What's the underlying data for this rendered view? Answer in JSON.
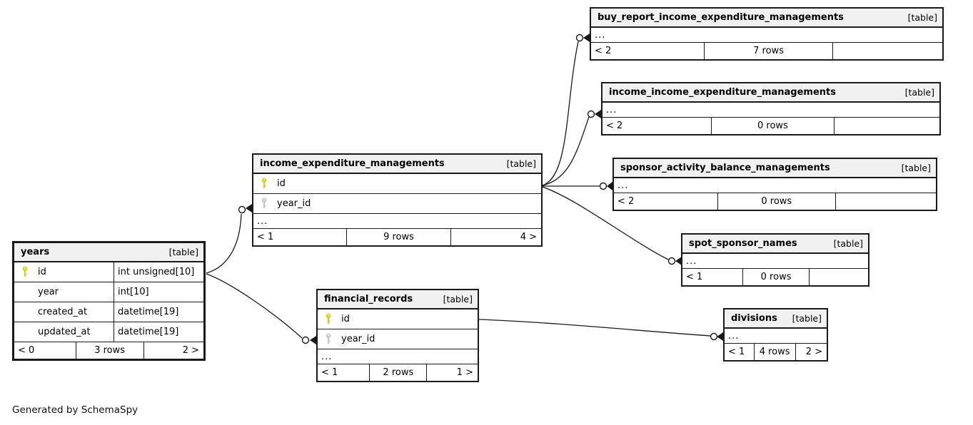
{
  "colors": {
    "line": "#1a1a1a",
    "hdrbg": "#f1f1f1",
    "pk": "#d4d400",
    "fk": "#c6c6c6"
  },
  "generator_note": "Generated by SchemaSpy",
  "tables": {
    "years": {
      "name": "years",
      "tag": "[table]",
      "columns": [
        {
          "key": "pk",
          "name": "id",
          "type": "int unsigned[10]"
        },
        {
          "key": "",
          "name": "year",
          "type": "int[10]"
        },
        {
          "key": "",
          "name": "created_at",
          "type": "datetime[19]"
        },
        {
          "key": "",
          "name": "updated_at",
          "type": "datetime[19]"
        }
      ],
      "footer": {
        "left": "< 0",
        "center": "3 rows",
        "right": "2 >"
      }
    },
    "iem": {
      "name": "income_expenditure_managements",
      "tag": "[table]",
      "columns": [
        {
          "key": "pk",
          "name": "id"
        },
        {
          "key": "fk",
          "name": "year_id"
        }
      ],
      "ellipsis": "...",
      "footer": {
        "left": "< 1",
        "center": "9 rows",
        "right": "4 >"
      }
    },
    "buy": {
      "name": "buy_report_income_expenditure_managements",
      "tag": "[table]",
      "ellipsis": "...",
      "footer": {
        "left": "< 2",
        "center": "7 rows",
        "right": ""
      }
    },
    "inc": {
      "name": "income_income_expenditure_managements",
      "tag": "[table]",
      "ellipsis": "...",
      "footer": {
        "left": "< 2",
        "center": "0 rows",
        "right": ""
      }
    },
    "spa": {
      "name": "sponsor_activity_balance_managements",
      "tag": "[table]",
      "ellipsis": "...",
      "footer": {
        "left": "< 2",
        "center": "0 rows",
        "right": ""
      }
    },
    "spot": {
      "name": "spot_sponsor_names",
      "tag": "[table]",
      "ellipsis": "...",
      "footer": {
        "left": "< 1",
        "center": "0 rows",
        "right": ""
      }
    },
    "fin": {
      "name": "financial_records",
      "tag": "[table]",
      "columns": [
        {
          "key": "pk",
          "name": "id"
        },
        {
          "key": "fk",
          "name": "year_id"
        }
      ],
      "ellipsis": "...",
      "footer": {
        "left": "< 1",
        "center": "2 rows",
        "right": "1 >"
      }
    },
    "div": {
      "name": "divisions",
      "tag": "[table]",
      "ellipsis": "...",
      "footer": {
        "left": "< 1",
        "center": "4 rows",
        "right": "2 >"
      }
    }
  },
  "relationships": [
    {
      "parent": "years.id",
      "child": "income_expenditure_managements.year_id"
    },
    {
      "parent": "years.id",
      "child": "financial_records.year_id"
    },
    {
      "parent": "income_expenditure_managements.id",
      "child": "buy_report_income_expenditure_managements"
    },
    {
      "parent": "income_expenditure_managements.id",
      "child": "income_income_expenditure_managements"
    },
    {
      "parent": "income_expenditure_managements.id",
      "child": "sponsor_activity_balance_managements"
    },
    {
      "parent": "income_expenditure_managements.id",
      "child": "spot_sponsor_names"
    },
    {
      "parent": "financial_records.id",
      "child": "divisions"
    }
  ]
}
